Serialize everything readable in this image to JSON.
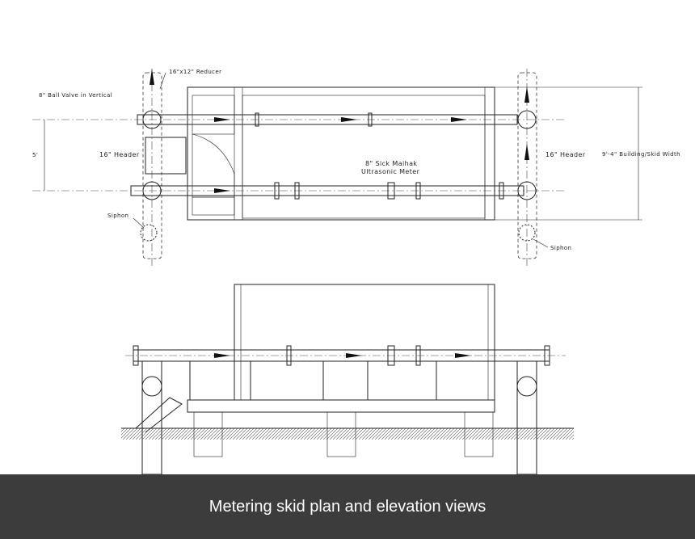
{
  "labels": {
    "reducer": "16\"x12\" Reducer",
    "ball_valve": "8\" Ball Valve in Vertical",
    "dimension_5": "5'",
    "header_left": "16\" Header",
    "header_right": "16\" Header",
    "meter_line1": "8\" Sick Maihak",
    "meter_line2": "Ultrasonic Meter",
    "width_dim": "9'-4\" Building/Skid Width",
    "siphon_left": "Siphon",
    "siphon_right": "Siphon"
  },
  "caption": "Metering skid plan and elevation views"
}
